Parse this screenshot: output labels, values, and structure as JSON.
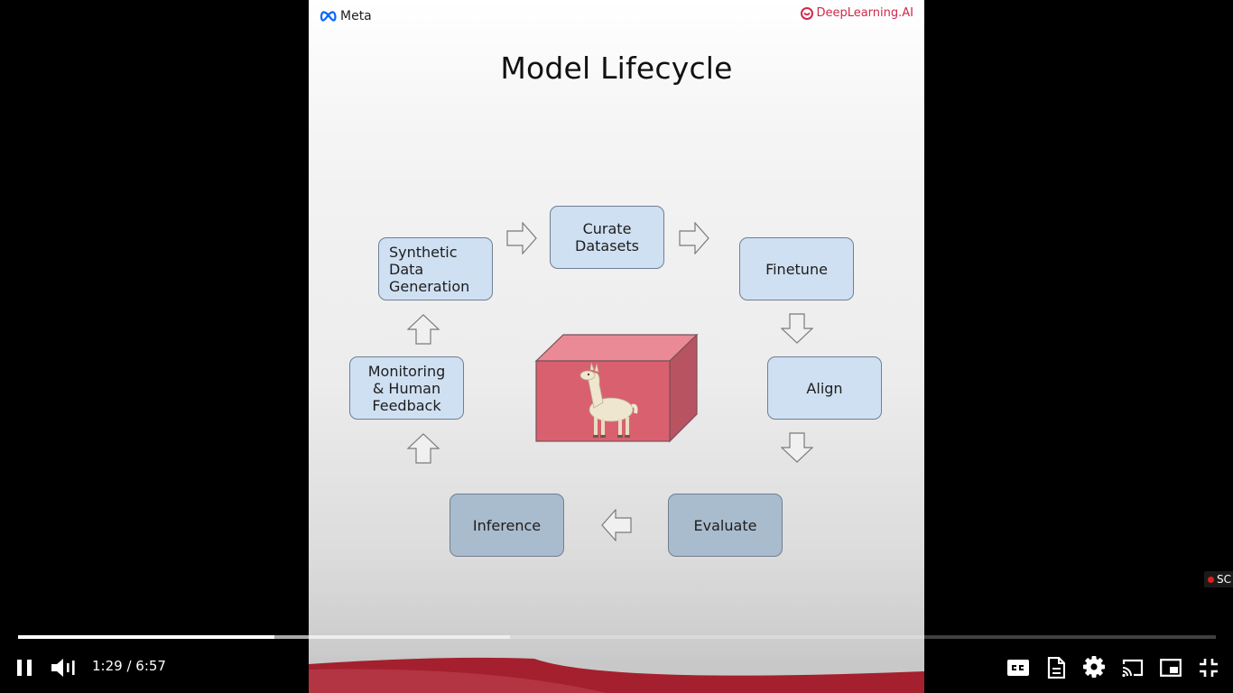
{
  "slide": {
    "brand_meta": "Meta",
    "brand_dl": "DeepLearning.AI",
    "title": "Model Lifecycle",
    "steps": {
      "curate": "Curate\nDatasets",
      "finetune": "Finetune",
      "align": "Align",
      "evaluate": "Evaluate",
      "inference": "Inference",
      "monitoring": "Monitoring\n& Human\nFeedback",
      "synthetic": "Synthetic\nData\nGeneration"
    }
  },
  "player": {
    "current_time": "1:29",
    "separator": " / ",
    "duration": "6:57",
    "played_fraction": 0.214,
    "buffered_fraction": 0.411,
    "badge_text": "SC",
    "colors": {
      "live_dot": "#e41c1c",
      "progress": "#ffffff"
    },
    "icons": [
      "pause-icon",
      "volume-icon",
      "captions-icon",
      "transcript-icon",
      "settings-gear-icon",
      "cast-icon",
      "miniplayer-icon",
      "exit-fullscreen-icon"
    ]
  }
}
